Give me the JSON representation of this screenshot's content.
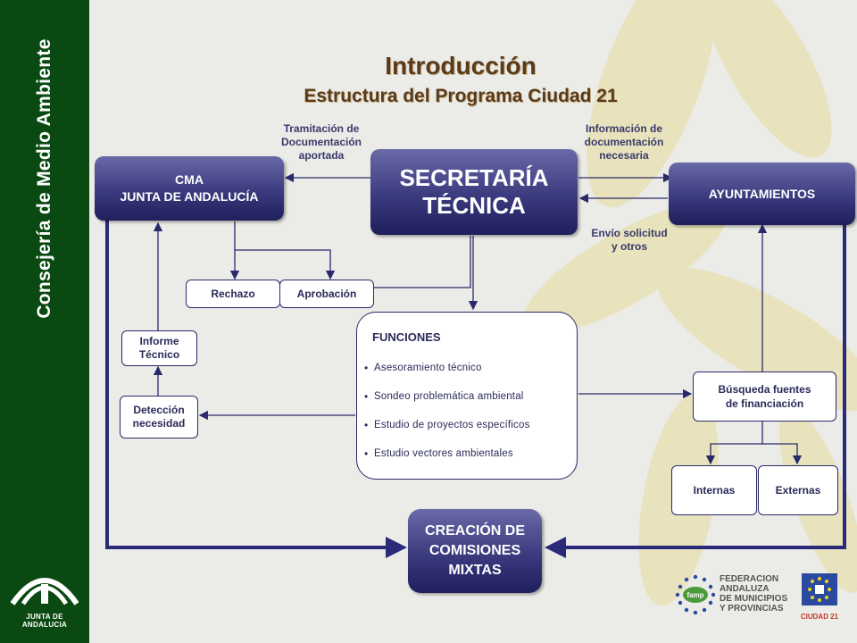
{
  "sidebar": {
    "vertical_title": "Consejería de Medio Ambiente",
    "logo_label": "JUNTA DE ANDALUCIA"
  },
  "title": {
    "main": "Introducción",
    "subtitle": "Estructura del Programa Ciudad 21"
  },
  "nodes": {
    "secretaria": "SECRETARÍA\nTÉCNICA",
    "cma": "CMA\nJUNTA DE ANDALUCÍA",
    "ayuntamientos": "AYUNTAMIENTOS",
    "rechazo": "Rechazo",
    "aprobacion": "Aprobación",
    "informe": "Informe\nTécnico",
    "deteccion": "Detección\nnecesidad",
    "busqueda": "Búsqueda fuentes\nde financiación",
    "internas": "Internas",
    "externas": "Externas",
    "comisiones": "CREACIÓN DE\nCOMISIONES\nMIXTAS"
  },
  "edge_labels": {
    "tramitacion": "Tramitación de\nDocumentación\naportada",
    "informacion": "Información de\ndocumentación\nnecesaria",
    "envio": "Envío solicitud\ny otros"
  },
  "funciones": {
    "title": "FUNCIONES",
    "items": [
      "Asesoramiento técnico",
      "Sondeo problemática ambiental",
      "Estudio de proyectos específicos",
      "Estudio vectores ambientales"
    ]
  },
  "footer": {
    "federation": "FEDERACION\nANDALUZA\nDE MUNICIPIOS\nY PROVINCIAS",
    "ciudad21": "CIUDAD 21"
  },
  "colors": {
    "sidebar": "#0a4a12",
    "box_blue": "#3a3a7e",
    "title": "#5a3a1a",
    "lines": "#2a2a6a"
  }
}
